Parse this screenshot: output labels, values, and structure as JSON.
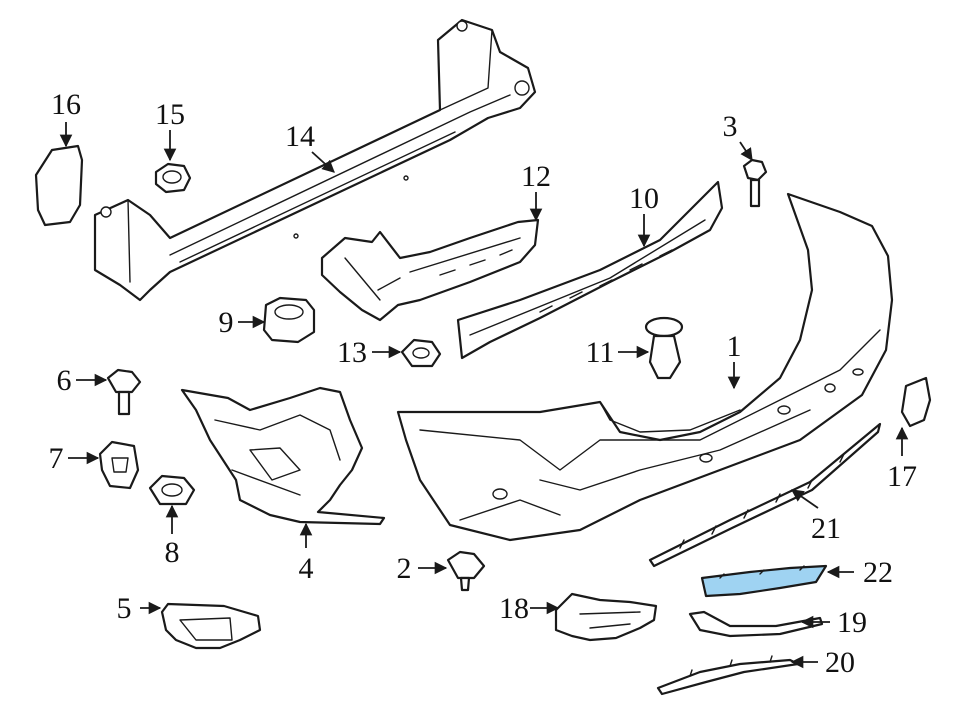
{
  "diagram": {
    "highlight_color": "#9fd3f2",
    "highlighted_part": "22",
    "callouts": [
      {
        "id": "c1",
        "label": "1"
      },
      {
        "id": "c2",
        "label": "2"
      },
      {
        "id": "c3",
        "label": "3"
      },
      {
        "id": "c4",
        "label": "4"
      },
      {
        "id": "c5",
        "label": "5"
      },
      {
        "id": "c6",
        "label": "6"
      },
      {
        "id": "c7",
        "label": "7"
      },
      {
        "id": "c8",
        "label": "8"
      },
      {
        "id": "c9",
        "label": "9"
      },
      {
        "id": "c10",
        "label": "10"
      },
      {
        "id": "c11",
        "label": "11"
      },
      {
        "id": "c12",
        "label": "12"
      },
      {
        "id": "c13",
        "label": "13"
      },
      {
        "id": "c14",
        "label": "14"
      },
      {
        "id": "c15",
        "label": "15"
      },
      {
        "id": "c16",
        "label": "16"
      },
      {
        "id": "c17",
        "label": "17"
      },
      {
        "id": "c18",
        "label": "18"
      },
      {
        "id": "c19",
        "label": "19"
      },
      {
        "id": "c20",
        "label": "20"
      },
      {
        "id": "c21",
        "label": "21"
      },
      {
        "id": "c22",
        "label": "22"
      }
    ]
  }
}
